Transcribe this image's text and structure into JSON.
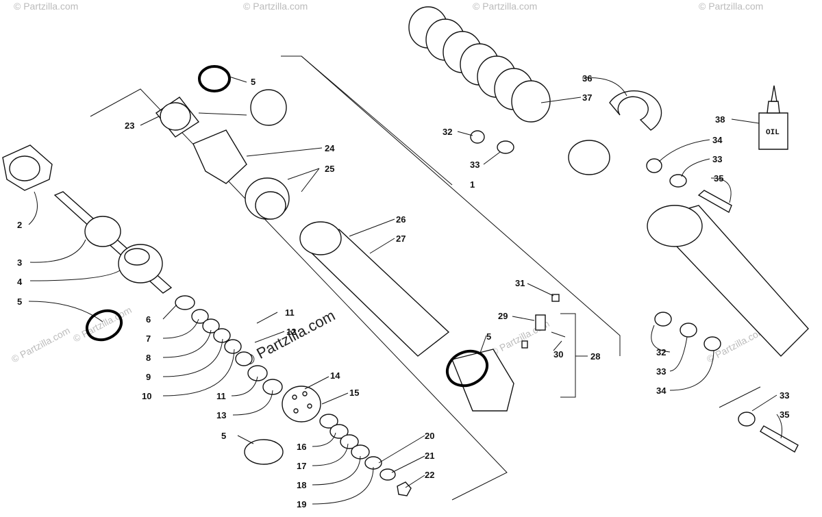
{
  "watermarks": {
    "main": "© Partzilla.com",
    "faint": "© Partzilla.com"
  },
  "oil_label": "OIL",
  "colors": {
    "ink": "#111111",
    "highlight_ring": "#000000",
    "watermark": "#bbbbbb"
  },
  "callouts": {
    "c1": "1",
    "c2": "2",
    "c3": "3",
    "c4": "4",
    "c5a": "5",
    "c5b": "5",
    "c5c": "5",
    "c5d": "5",
    "c6": "6",
    "c7": "7",
    "c8": "8",
    "c9": "9",
    "c10": "10",
    "c11a": "11",
    "c11b": "11",
    "c12": "12",
    "c13": "13",
    "c14": "14",
    "c15": "15",
    "c16": "16",
    "c17": "17",
    "c18": "18",
    "c19": "19",
    "c20": "20",
    "c21": "21",
    "c22": "22",
    "c23": "23",
    "c24": "24",
    "c25": "25",
    "c26": "26",
    "c27": "27",
    "c28": "28",
    "c29": "29",
    "c30": "30",
    "c31": "31",
    "c32a": "32",
    "c32b": "32",
    "c33a": "33",
    "c33b": "33",
    "c33c": "33",
    "c33d": "33",
    "c34a": "34",
    "c34b": "34",
    "c35a": "35",
    "c35b": "35",
    "c36": "36",
    "c37": "37",
    "c38": "38"
  }
}
